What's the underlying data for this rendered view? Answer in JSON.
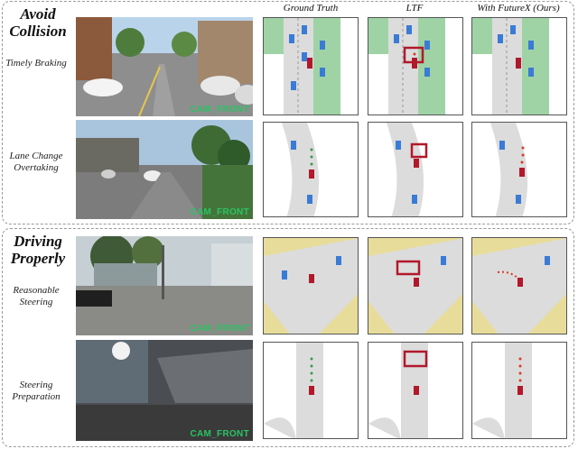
{
  "columns": [
    "Ground Truth",
    "LTF",
    "With FutureX (Ours)"
  ],
  "sections": [
    {
      "title": "Avoid Collision",
      "rows": [
        {
          "label": "Timely Braking",
          "camera": "CAM_FRONT"
        },
        {
          "label": "Lane Change Overtaking",
          "camera": "CAM_FRONT"
        }
      ]
    },
    {
      "title": "Driving Properly",
      "rows": [
        {
          "label": "Reasonable Steering",
          "camera": "CAM_FRONT"
        },
        {
          "label": "Steering Preparation",
          "camera": "CAM_FRONT"
        }
      ]
    }
  ],
  "colors": {
    "trajectory": "#d63c2a",
    "ego_box": "#b2182b",
    "agent": "#3a7bd5",
    "drivable": "#9fd3a6",
    "sidewalk": "#e8dc9a"
  }
}
